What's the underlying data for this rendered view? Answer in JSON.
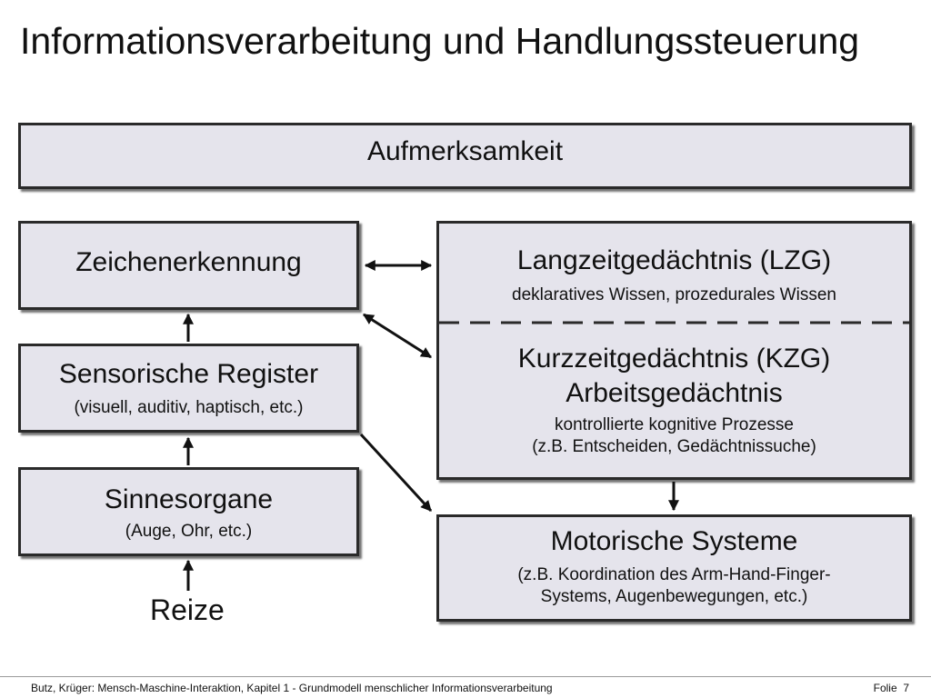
{
  "title": "Informationsverarbeitung und Handlungssteuerung",
  "boxes": {
    "attention": {
      "label": "Aufmerksamkeit"
    },
    "zeichen": {
      "label": "Zeichenerkennung"
    },
    "sensor": {
      "label": "Sensorische Register",
      "sub": "(visuell, auditiv, haptisch, etc.)"
    },
    "sinne": {
      "label": "Sinnesorgane",
      "sub": "(Auge, Ohr, etc.)"
    },
    "lzg": {
      "label": "Langzeitgedächtnis (LZG)",
      "sub": "deklaratives Wissen, prozedurales Wissen"
    },
    "kzg": {
      "label1": "Kurzzeitgedächtnis (KZG)",
      "label2": "Arbeitsgedächtnis",
      "sub1": "kontrollierte kognitive Prozesse",
      "sub2": "(z.B. Entscheiden, Gedächtnissuche)"
    },
    "motor": {
      "label": "Motorische Systeme",
      "sub1": "(z.B. Koordination des Arm-Hand-Finger-",
      "sub2": "Systems, Augenbewegungen, etc.)"
    }
  },
  "input_label": "Reize",
  "colors": {
    "box_fill": "#e5e4ec",
    "border": "#2a2a2a"
  },
  "footer": {
    "citation": "Butz, Krüger: Mensch-Maschine-Interaktion, Kapitel 1 - Grundmodell menschlicher Informationsverarbeitung",
    "slide_label": "Folie",
    "slide_number": "7"
  }
}
